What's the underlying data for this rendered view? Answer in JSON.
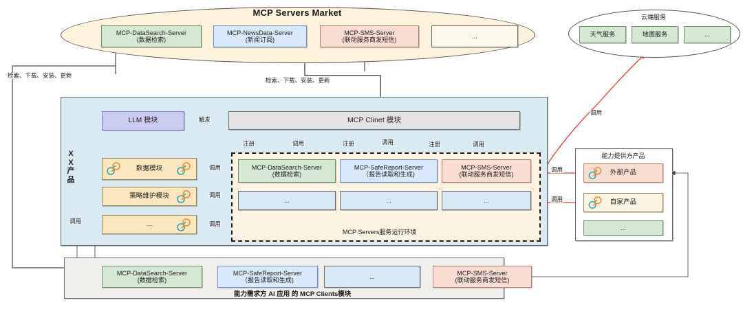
{
  "market": {
    "title": "MCP Servers Market",
    "servers": [
      {
        "name": "MCP-DataSearch-Server",
        "sub": "(数据检索)",
        "color": "green"
      },
      {
        "name": "MCP-NewsData-Server",
        "sub": "(新闻订阅)",
        "color": "blue"
      },
      {
        "name": "MCP-SMS-Server",
        "sub": "(联动服务商发短信)",
        "color": "salmon"
      },
      {
        "name": "...",
        "sub": "",
        "color": "plain"
      }
    ]
  },
  "cloud": {
    "title": "云端服务",
    "services": [
      {
        "name": "天气服务"
      },
      {
        "name": "地图服务"
      },
      {
        "name": "..."
      }
    ]
  },
  "product": {
    "vertical_label": "X\nX\n产\n品",
    "llm_module": "LLM 模块",
    "mcp_client": "MCP Clinet 模块",
    "modules": [
      {
        "name": "数据模块",
        "plugs": 2
      },
      {
        "name": "策略维护模块",
        "plugs": 1
      },
      {
        "name": "...",
        "plugs": 1
      }
    ]
  },
  "runtime": {
    "label": "MCP Servers服务运行环境",
    "servers_row1": [
      {
        "name": "MCP-DataSearch-Server",
        "sub": "(数据检索)",
        "color": "green"
      },
      {
        "name": "MCP-SafeReport-Server",
        "sub": "（报告读取和生成)",
        "color": "blue"
      },
      {
        "name": "MCP-SMS-Server",
        "sub": "(联动服务商发短信)",
        "color": "salmon"
      }
    ],
    "servers_row2": [
      {
        "name": "...",
        "color": "lblue"
      },
      {
        "name": "...",
        "color": "lblue"
      },
      {
        "name": "...",
        "color": "lblue"
      }
    ]
  },
  "provider": {
    "title": "能力提供方产品",
    "items": [
      {
        "name": "外部产品",
        "color": "salmon",
        "plug": true
      },
      {
        "name": "自家产品",
        "color": "cream",
        "plug": true
      },
      {
        "name": "...",
        "color": "green",
        "plug": false
      }
    ]
  },
  "clients": {
    "footer": "能力需求方 AI 应用 的 MCP Clients模块",
    "servers": [
      {
        "name": "MCP-DataSearch-Server",
        "sub": "(数据检索)",
        "color": "green"
      },
      {
        "name": "MCP-SafeReport-Server",
        "sub": "（报告读取和生成)",
        "color": "blue"
      },
      {
        "name": "...",
        "sub": "",
        "color": "lblue"
      },
      {
        "name": "MCP-SMS-Server",
        "sub": "(联动服务商发短信)",
        "color": "salmon"
      }
    ]
  },
  "edges": {
    "fetch_left": "检索、下载、安装、更新",
    "fetch_right": "检索、下载、安装、更新",
    "trigger": "触发",
    "register": "注册",
    "call": "调用"
  },
  "colors": {
    "accent_red": "#e8403a",
    "green": "#d5e8d4",
    "blue": "#dae8fc",
    "salmon": "#f9dcd2",
    "orange": "#fae7bf",
    "purple": "#ccccf2",
    "panel_blue": "#d9eaf2",
    "panel_grey": "#f0efeb",
    "ellipse_cream": "#fdf3dd"
  }
}
